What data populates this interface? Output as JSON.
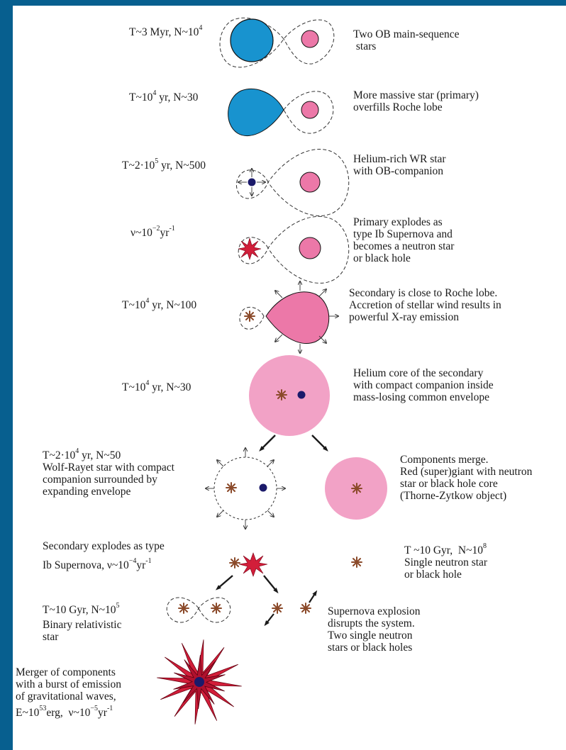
{
  "stages": [
    {
      "id": "s1",
      "params": [
        "T~3 Myr, N~10",
        "4"
      ],
      "desc": [
        "Two OB main-sequence",
        "stars"
      ]
    },
    {
      "id": "s2",
      "params": [
        "T~10",
        "4",
        " yr, N~30"
      ],
      "desc": [
        "More massive star (primary)",
        "overfills Roche lobe"
      ]
    },
    {
      "id": "s3",
      "params": [
        "T~2·10",
        "5",
        " yr, N~500"
      ],
      "desc": [
        "Helium-rich WR star",
        "with OB-companion"
      ]
    },
    {
      "id": "s4",
      "params": [
        "ν~10",
        "−2",
        "yr",
        "-1"
      ],
      "desc": [
        "Primary explodes as",
        "type Ib Supernova and",
        "becomes a neutron star",
        "or black hole"
      ]
    },
    {
      "id": "s5",
      "params": [
        "T~10",
        "4",
        " yr, N~100"
      ],
      "desc": [
        "Secondary is close to Roche lobe.",
        "Accretion of stellar wind results in",
        "powerful X-ray emission"
      ]
    },
    {
      "id": "s6",
      "params": [
        "T~10",
        "4",
        " yr, N~30"
      ],
      "desc": [
        "Helium core of the secondary",
        "with compact companion inside",
        "mass-losing common envelope"
      ]
    },
    {
      "id": "s7a",
      "params": [
        "T~2·10",
        "4",
        " yr, N~50"
      ],
      "desc": [
        "Wolf-Rayet star with compact",
        "companion surrounded by",
        "expanding envelope"
      ]
    },
    {
      "id": "s7b",
      "params": [],
      "desc": [
        "Components merge.",
        "Red (super)giant with neutron",
        "star or black hole core",
        "(Thorne-Zytkow object)"
      ]
    },
    {
      "id": "s8a",
      "params": [
        "Ib Supernova, ν~10",
        "−4",
        "yr",
        "-1"
      ],
      "desc": [
        "Secondary explodes as type"
      ]
    },
    {
      "id": "s8b",
      "params": [
        "T ~10 Gyr,  N~10",
        "8"
      ],
      "desc": [
        "Single neutron star",
        "or black hole"
      ]
    },
    {
      "id": "s9a",
      "params": [
        "T~10 Gyr, N~10",
        "5"
      ],
      "desc": [
        "Binary relativistic",
        "star"
      ]
    },
    {
      "id": "s9b",
      "params": [],
      "desc": [
        "Supernova explosion",
        "disrupts the system.",
        "Two single neutron",
        "stars or black holes"
      ]
    },
    {
      "id": "s10",
      "params": [
        "E~10",
        "53",
        "erg,  ν~10",
        "−5",
        "yr",
        "-1"
      ],
      "desc": [
        "Merger of components",
        "with a burst of emission",
        "of gravitational waves,"
      ]
    }
  ],
  "colors": {
    "frame": "#075f8f",
    "ob_star_blue": "#1893cf",
    "ob_star_pink": "#ec78a8",
    "common_envelope": "#f2a2c6",
    "compact_object": "#1b1a6a",
    "neutron_star": "#8b4a2a",
    "supernova": "#d21e3a",
    "arrow": "#1a1a1a",
    "roche_lobe": "#333333"
  },
  "icons": [
    "blue-star-icon",
    "pink-star-icon",
    "roche-lobe-icon",
    "compact-object-icon",
    "neutron-star-icon",
    "supernova-icon",
    "arrow-icon",
    "gravitational-wave-burst-icon"
  ]
}
